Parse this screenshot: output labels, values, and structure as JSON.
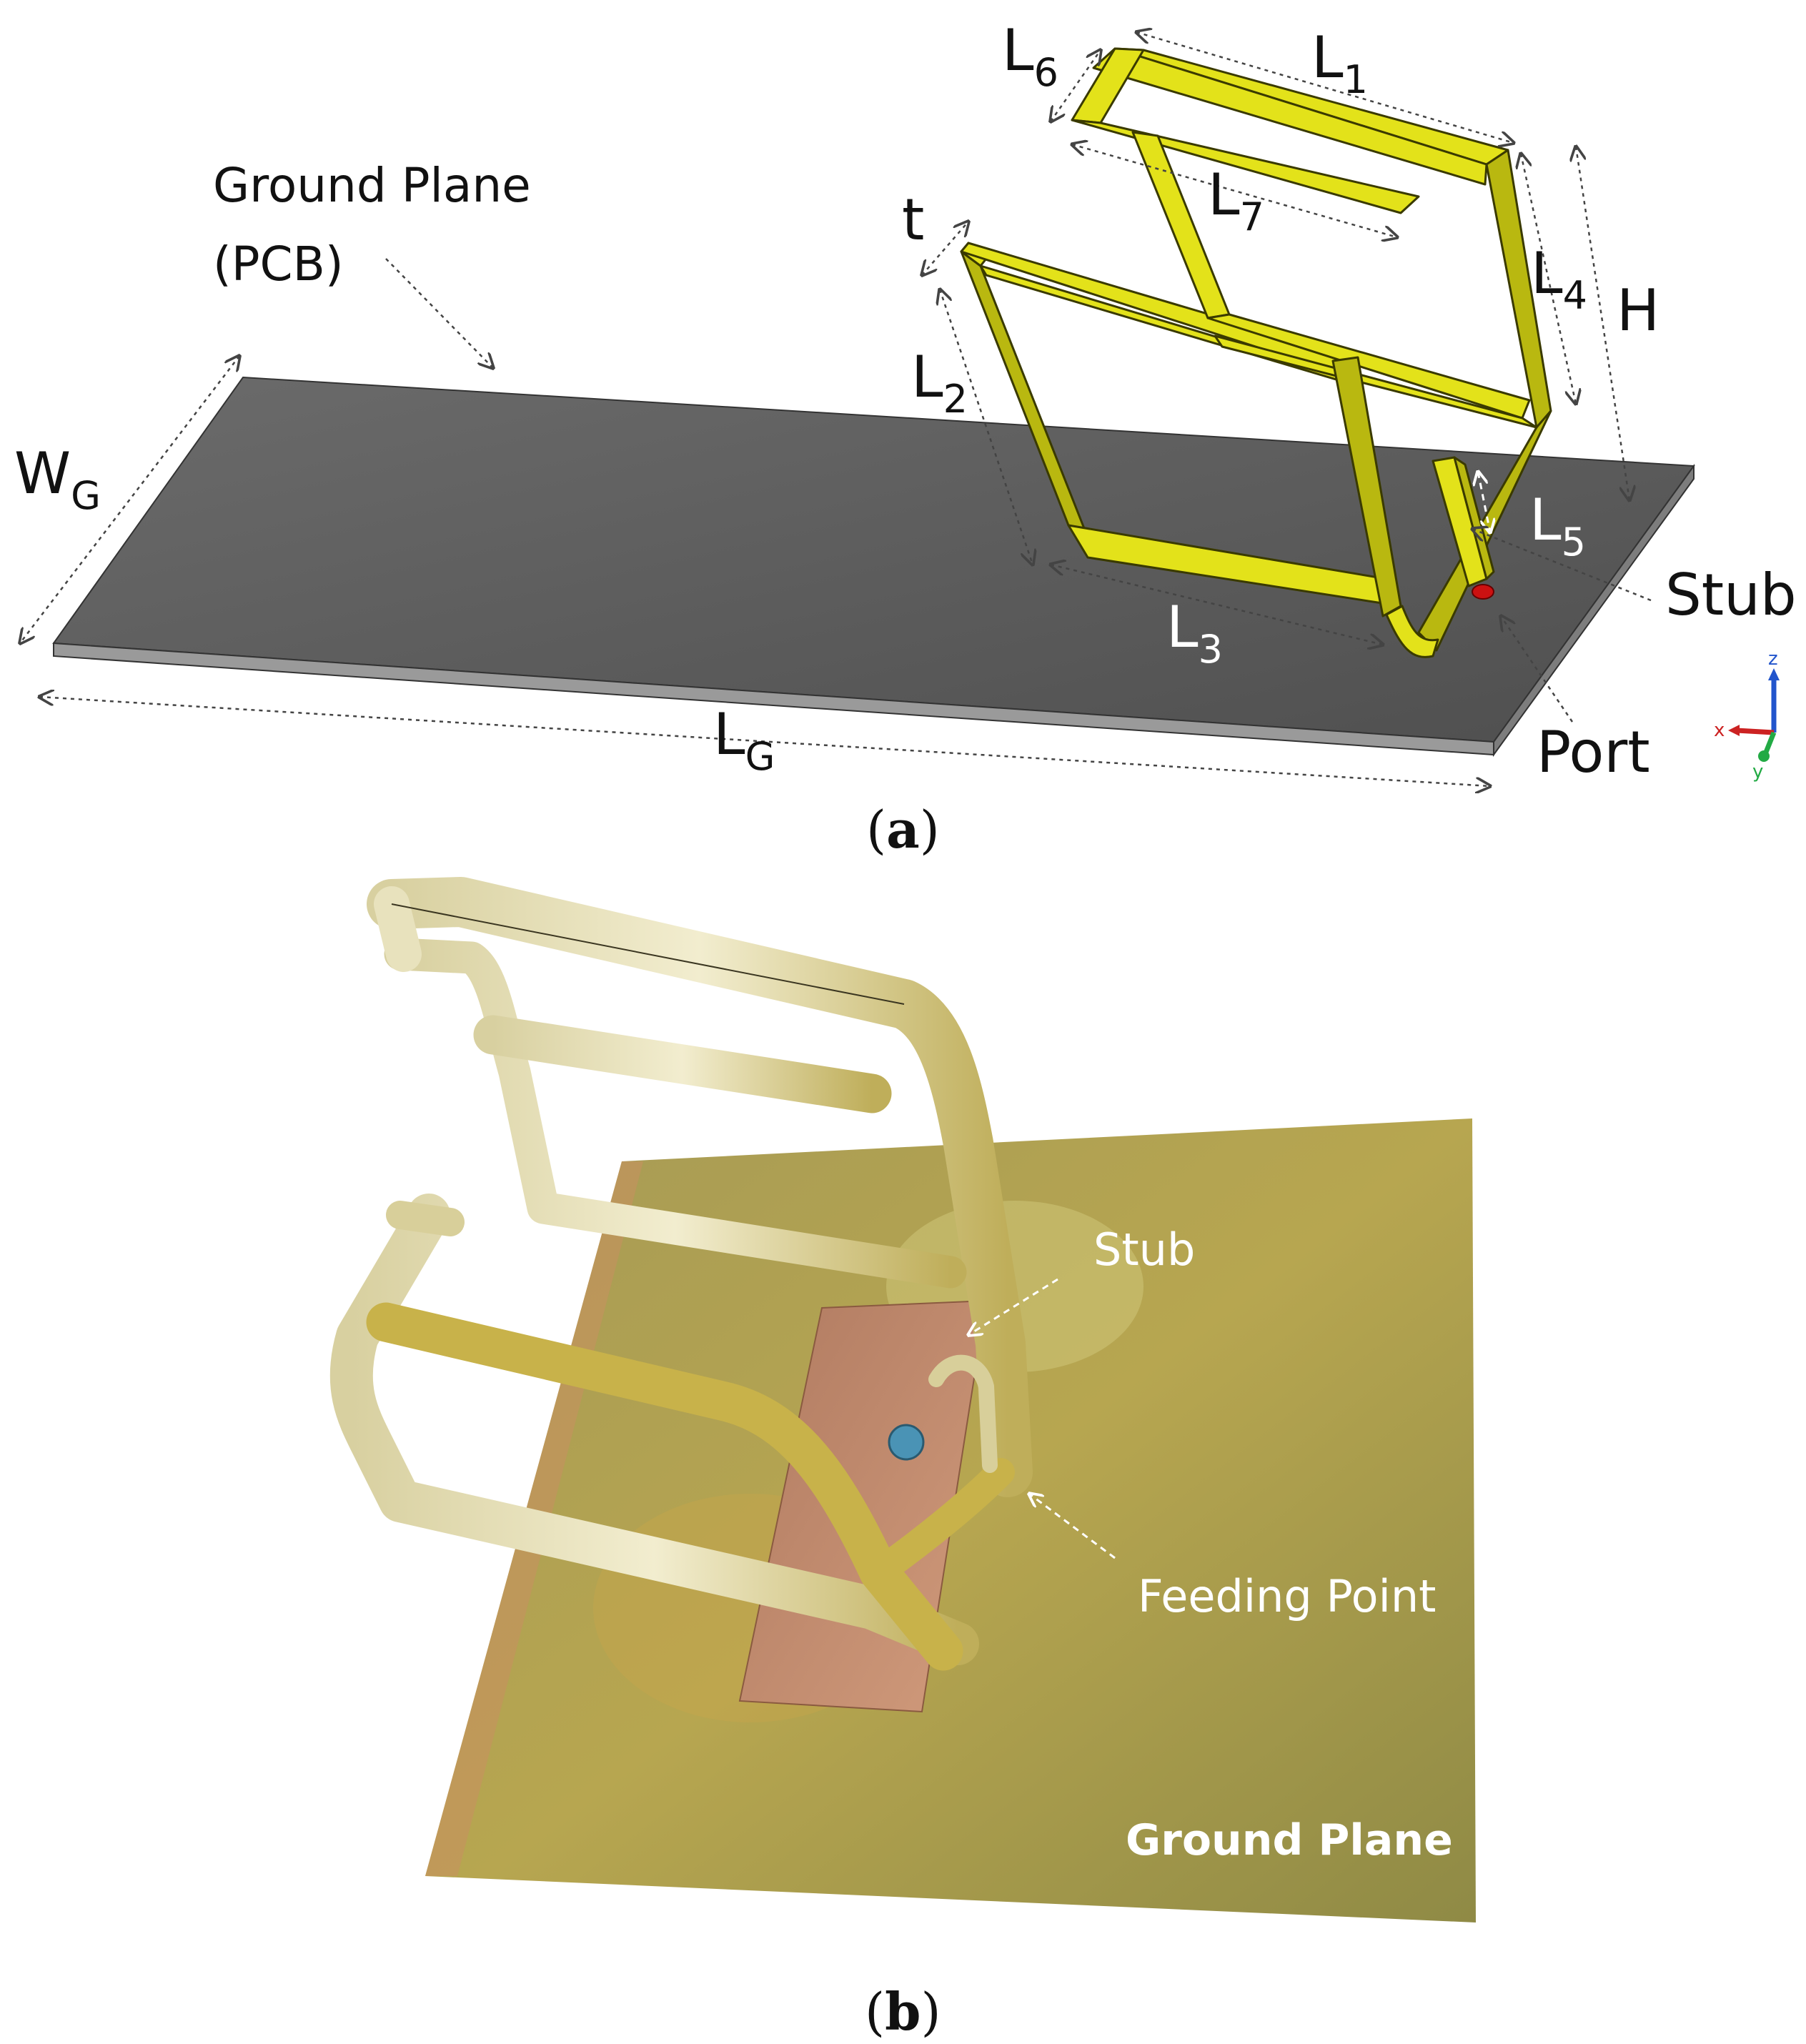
{
  "panel_a": {
    "caption_open": "(",
    "caption_letter": "a",
    "caption_close": ")",
    "labels": {
      "ground_plane_line1": "Ground Plane",
      "ground_plane_line2": "(PCB)",
      "wg": "W",
      "wg_sub": "G",
      "lg": "L",
      "lg_sub": "G",
      "l1": "L",
      "l1_sub": "1",
      "l2": "L",
      "l2_sub": "2",
      "l3": "L",
      "l3_sub": "3",
      "l4": "L",
      "l4_sub": "4",
      "l5": "L",
      "l5_sub": "5",
      "l6": "L",
      "l6_sub": "6",
      "l7": "L",
      "l7_sub": "7",
      "t": "t",
      "h": "H",
      "stub": "Stub",
      "port": "Port"
    },
    "axes": {
      "z": "z",
      "x": "x",
      "y": "y"
    },
    "colors": {
      "ground": "#5a5a5a",
      "antenna": "#e3e21a",
      "port": "#cc1111"
    }
  },
  "panel_b": {
    "caption_open": "(",
    "caption_letter": "b",
    "caption_close": ")",
    "labels": {
      "stub": "Stub",
      "feeding_point": "Feeding Point",
      "ground_plane": "Ground Plane"
    },
    "colors": {
      "brass": "#b9a74a",
      "copper": "#c58a6a"
    }
  }
}
